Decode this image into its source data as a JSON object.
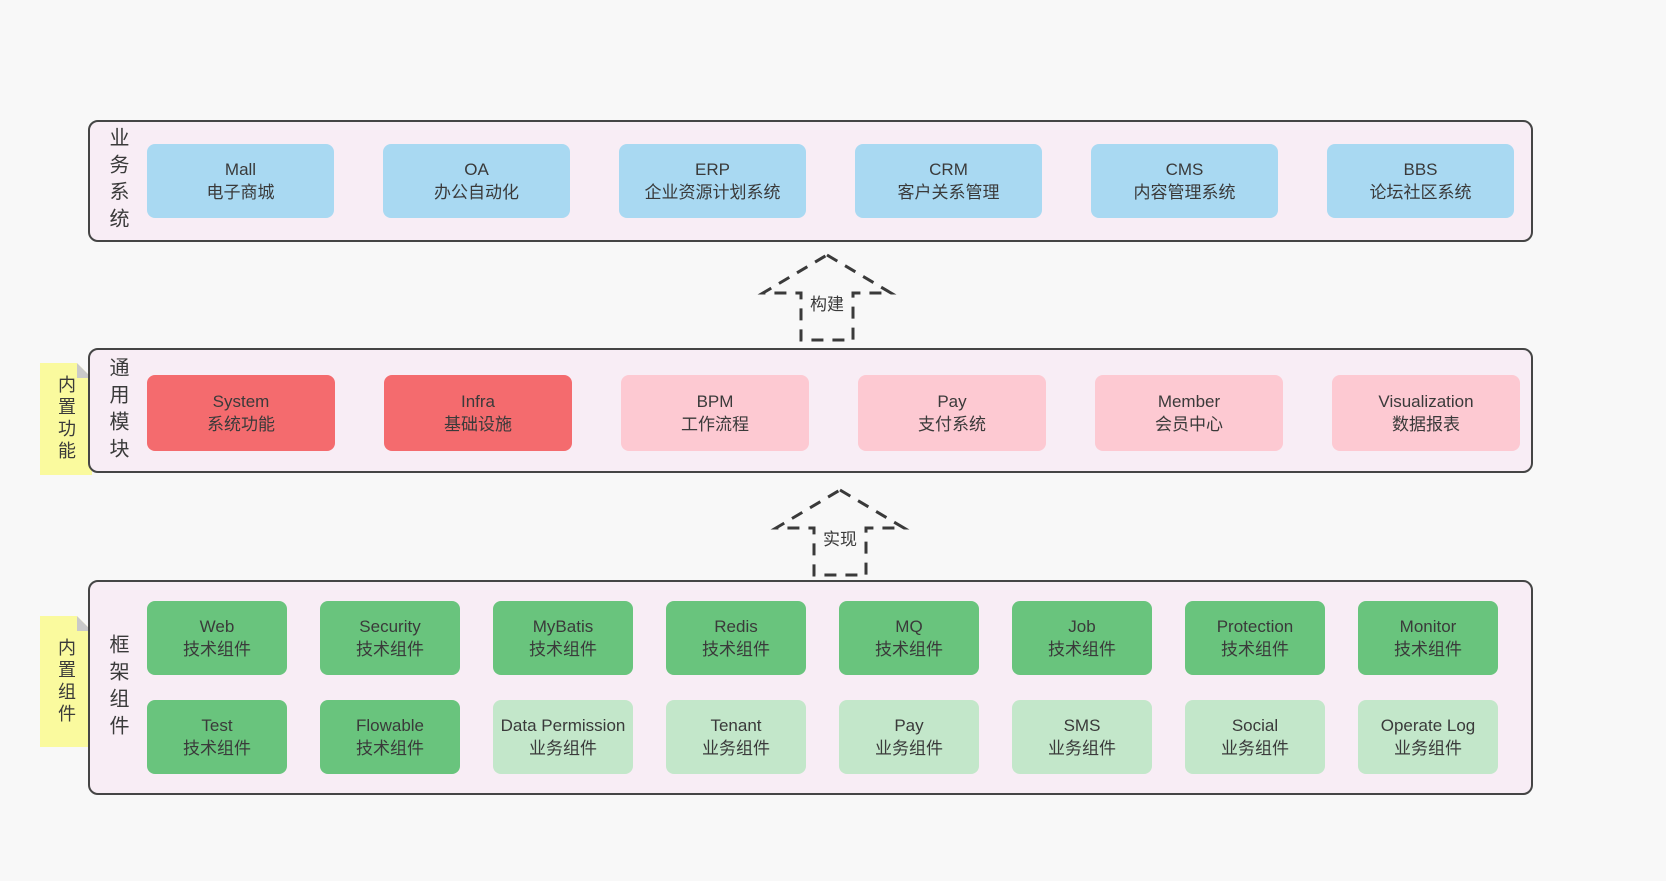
{
  "colors": {
    "page_bg": "#f8f8f8",
    "band_bg": "#f8edf5",
    "band_border": "#454545",
    "blue_node": "#a9d9f2",
    "red_node": "#f46b6e",
    "pink_node": "#fdc9d2",
    "green_node": "#69c47d",
    "light_green_node": "#c3e7ca",
    "sticky_yellow": "#fafa9e",
    "sticky_fold": "#c9c9c9",
    "text": "#3a3a3a"
  },
  "arrows": {
    "build": {
      "label": "构建"
    },
    "implement": {
      "label": "实现"
    }
  },
  "bands": {
    "business": {
      "label": "业务系统",
      "boxes": [
        {
          "title": "Mall",
          "subtitle": "电子商城"
        },
        {
          "title": "OA",
          "subtitle": "办公自动化"
        },
        {
          "title": "ERP",
          "subtitle": "企业资源计划系统"
        },
        {
          "title": "CRM",
          "subtitle": "客户关系管理"
        },
        {
          "title": "CMS",
          "subtitle": "内容管理系统"
        },
        {
          "title": "BBS",
          "subtitle": "论坛社区系统"
        }
      ]
    },
    "modules": {
      "label": "通用模块",
      "sticky": "内置功能",
      "boxes": [
        {
          "title": "System",
          "subtitle": "系统功能"
        },
        {
          "title": "Infra",
          "subtitle": "基础设施"
        },
        {
          "title": "BPM",
          "subtitle": "工作流程"
        },
        {
          "title": "Pay",
          "subtitle": "支付系统"
        },
        {
          "title": "Member",
          "subtitle": "会员中心"
        },
        {
          "title": "Visualization",
          "subtitle": "数据报表"
        }
      ]
    },
    "framework": {
      "label": "框架组件",
      "sticky": "内置组件",
      "row1": [
        {
          "title": "Web",
          "subtitle": "技术组件"
        },
        {
          "title": "Security",
          "subtitle": "技术组件"
        },
        {
          "title": "MyBatis",
          "subtitle": "技术组件"
        },
        {
          "title": "Redis",
          "subtitle": "技术组件"
        },
        {
          "title": "MQ",
          "subtitle": "技术组件"
        },
        {
          "title": "Job",
          "subtitle": "技术组件"
        },
        {
          "title": "Protection",
          "subtitle": "技术组件"
        },
        {
          "title": "Monitor",
          "subtitle": "技术组件"
        }
      ],
      "row2": [
        {
          "title": "Test",
          "subtitle": "技术组件"
        },
        {
          "title": "Flowable",
          "subtitle": "技术组件"
        },
        {
          "title": "Data Permission",
          "subtitle": "业务组件"
        },
        {
          "title": "Tenant",
          "subtitle": "业务组件"
        },
        {
          "title": "Pay",
          "subtitle": "业务组件"
        },
        {
          "title": "SMS",
          "subtitle": "业务组件"
        },
        {
          "title": "Social",
          "subtitle": "业务组件"
        },
        {
          "title": "Operate Log",
          "subtitle": "业务组件"
        }
      ]
    }
  }
}
